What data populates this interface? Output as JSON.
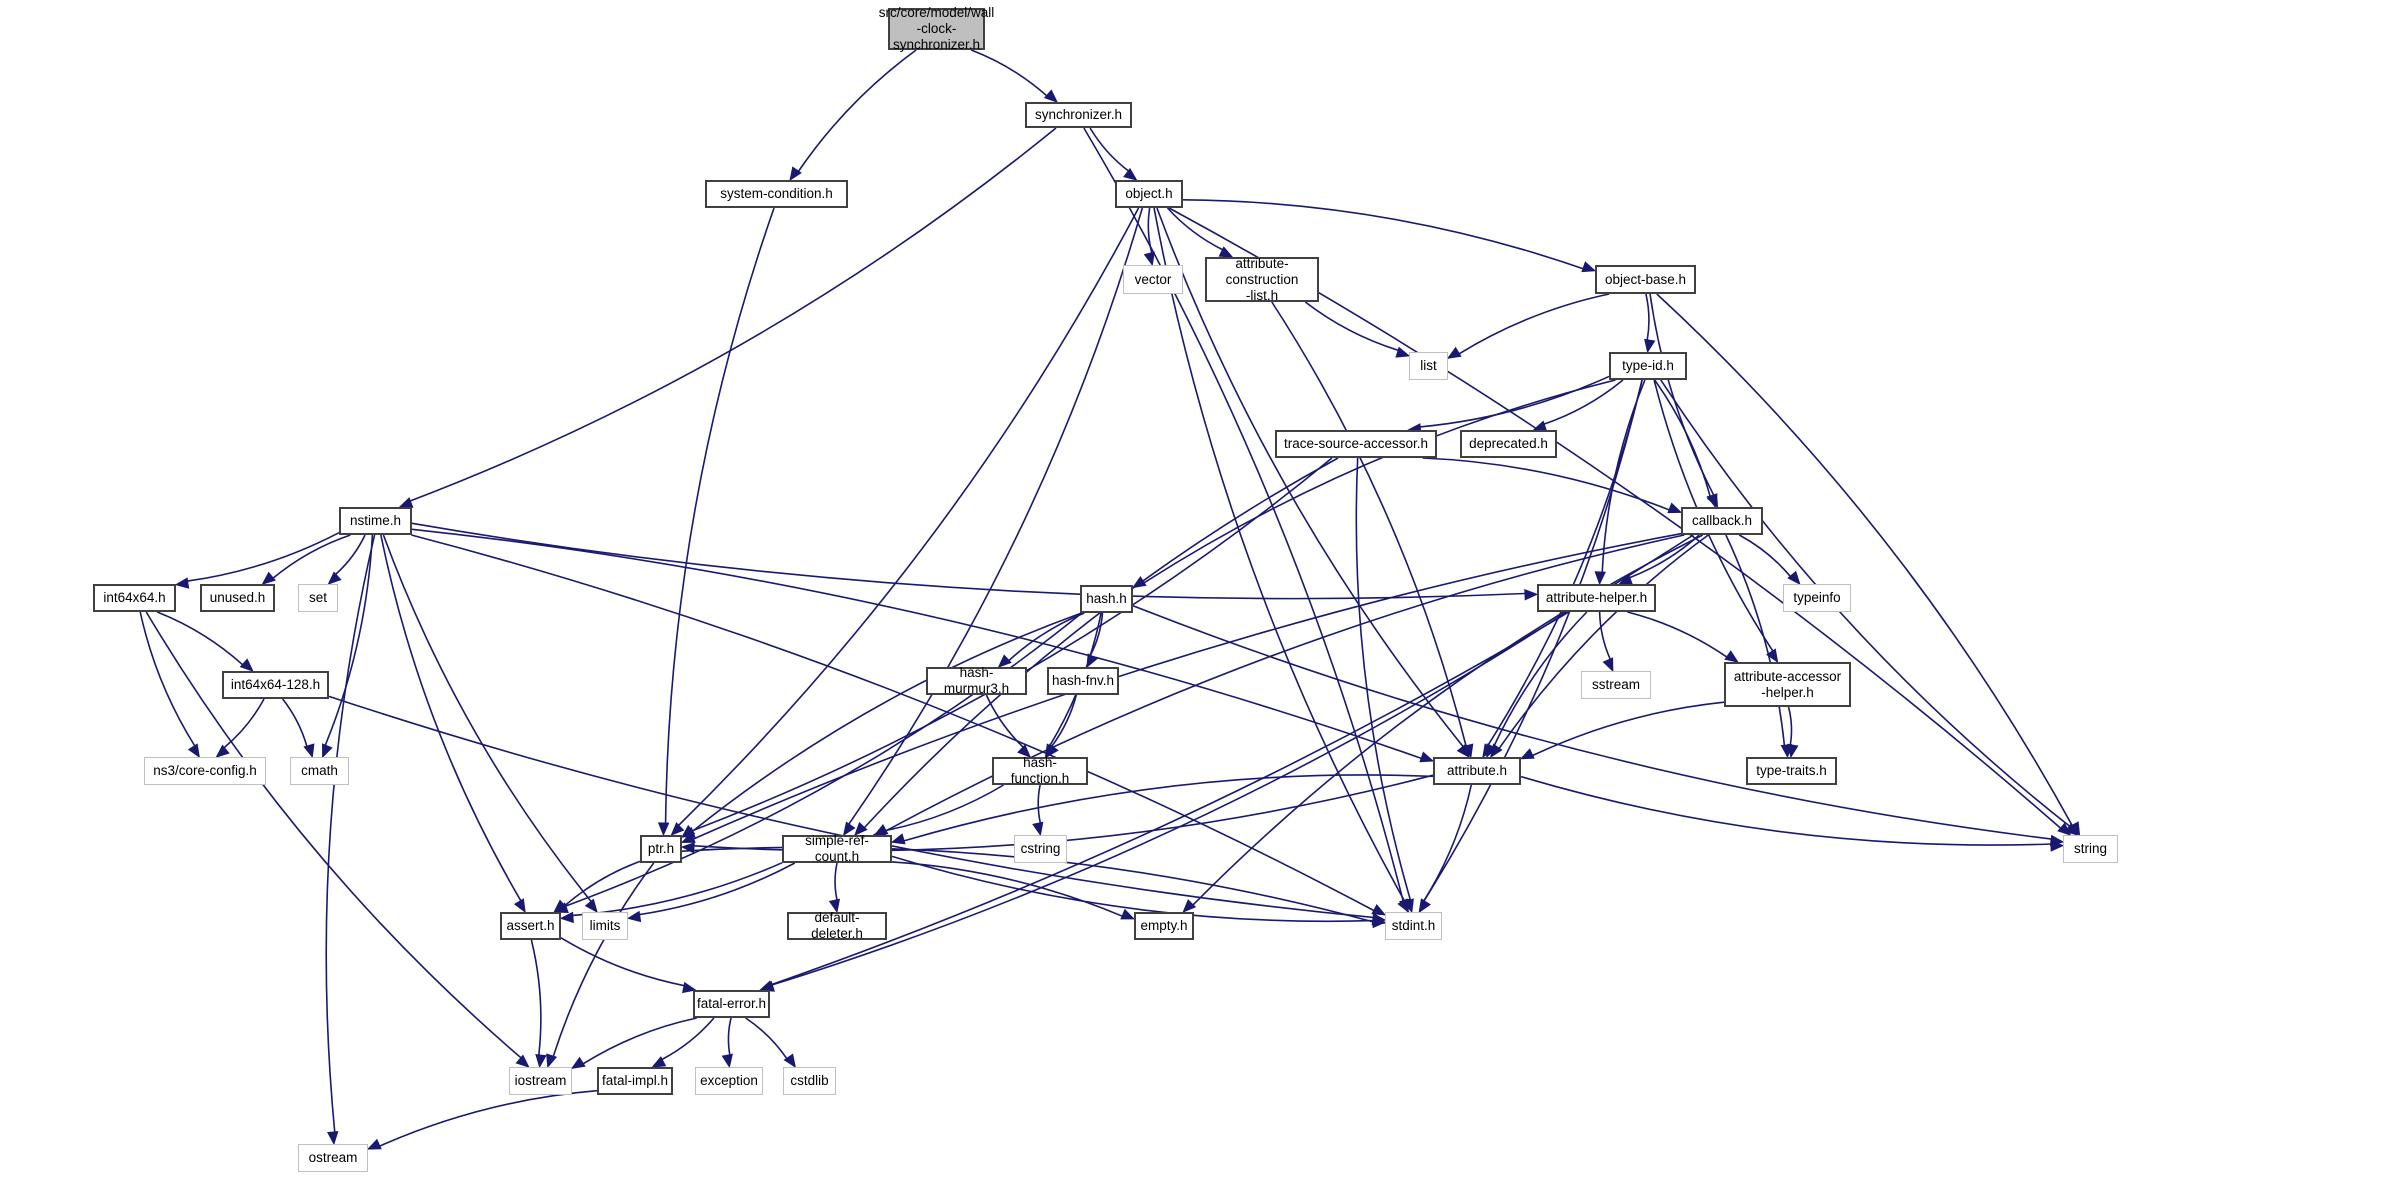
{
  "title": "src/core/model/wall-clock-synchronizer.h include dependency graph",
  "colors": {
    "edge": "#191970",
    "root_fill": "#bfbfbf",
    "local_border": "#404040",
    "system_border": "#bfbfbf"
  },
  "nodes": [
    {
      "id": "root",
      "label": "src/core/model/wall\n-clock-synchronizer.h",
      "kind": "root"
    },
    {
      "id": "synchronizer",
      "label": "synchronizer.h",
      "kind": "local"
    },
    {
      "id": "system_condition",
      "label": "system-condition.h",
      "kind": "local"
    },
    {
      "id": "object",
      "label": "object.h",
      "kind": "local"
    },
    {
      "id": "vector",
      "label": "vector",
      "kind": "system"
    },
    {
      "id": "attr_construction_list",
      "label": "attribute-construction\n-list.h",
      "kind": "local"
    },
    {
      "id": "object_base",
      "label": "object-base.h",
      "kind": "local"
    },
    {
      "id": "list",
      "label": "list",
      "kind": "system"
    },
    {
      "id": "type_id",
      "label": "type-id.h",
      "kind": "local"
    },
    {
      "id": "trace_source_accessor",
      "label": "trace-source-accessor.h",
      "kind": "local"
    },
    {
      "id": "deprecated",
      "label": "deprecated.h",
      "kind": "local"
    },
    {
      "id": "callback",
      "label": "callback.h",
      "kind": "local"
    },
    {
      "id": "nstime",
      "label": "nstime.h",
      "kind": "local"
    },
    {
      "id": "int64x64",
      "label": "int64x64.h",
      "kind": "local"
    },
    {
      "id": "unused",
      "label": "unused.h",
      "kind": "local"
    },
    {
      "id": "set",
      "label": "set",
      "kind": "system"
    },
    {
      "id": "typeinfo",
      "label": "typeinfo",
      "kind": "system"
    },
    {
      "id": "attribute_helper",
      "label": "attribute-helper.h",
      "kind": "local"
    },
    {
      "id": "hash",
      "label": "hash.h",
      "kind": "local"
    },
    {
      "id": "hash_murmur3",
      "label": "hash-murmur3.h",
      "kind": "local"
    },
    {
      "id": "hash_fnv",
      "label": "hash-fnv.h",
      "kind": "local"
    },
    {
      "id": "int64x64_128",
      "label": "int64x64-128.h",
      "kind": "local"
    },
    {
      "id": "sstream",
      "label": "sstream",
      "kind": "system"
    },
    {
      "id": "attr_accessor_helper",
      "label": "attribute-accessor\n-helper.h",
      "kind": "local"
    },
    {
      "id": "core_config",
      "label": "ns3/core-config.h",
      "kind": "system"
    },
    {
      "id": "cmath",
      "label": "cmath",
      "kind": "system"
    },
    {
      "id": "hash_function",
      "label": "hash-function.h",
      "kind": "local"
    },
    {
      "id": "attribute",
      "label": "attribute.h",
      "kind": "local"
    },
    {
      "id": "type_traits",
      "label": "type-traits.h",
      "kind": "local"
    },
    {
      "id": "cstring",
      "label": "cstring",
      "kind": "system"
    },
    {
      "id": "ptr",
      "label": "ptr.h",
      "kind": "local"
    },
    {
      "id": "simple_ref_count",
      "label": "simple-ref-count.h",
      "kind": "local"
    },
    {
      "id": "string",
      "label": "string",
      "kind": "system"
    },
    {
      "id": "assert",
      "label": "assert.h",
      "kind": "local"
    },
    {
      "id": "limits",
      "label": "limits",
      "kind": "system"
    },
    {
      "id": "default_deleter",
      "label": "default-deleter.h",
      "kind": "local"
    },
    {
      "id": "empty",
      "label": "empty.h",
      "kind": "local"
    },
    {
      "id": "stdint",
      "label": "stdint.h",
      "kind": "system"
    },
    {
      "id": "fatal_error",
      "label": "fatal-error.h",
      "kind": "local"
    },
    {
      "id": "iostream",
      "label": "iostream",
      "kind": "system"
    },
    {
      "id": "fatal_impl",
      "label": "fatal-impl.h",
      "kind": "local"
    },
    {
      "id": "exception",
      "label": "exception",
      "kind": "system"
    },
    {
      "id": "cstdlib",
      "label": "cstdlib",
      "kind": "system"
    },
    {
      "id": "ostream",
      "label": "ostream",
      "kind": "system"
    }
  ],
  "edges": [
    [
      "root",
      "synchronizer"
    ],
    [
      "root",
      "system_condition"
    ],
    [
      "synchronizer",
      "nstime"
    ],
    [
      "synchronizer",
      "object"
    ],
    [
      "synchronizer",
      "stdint"
    ],
    [
      "system_condition",
      "ptr"
    ],
    [
      "object",
      "ptr"
    ],
    [
      "object",
      "attribute"
    ],
    [
      "object",
      "object_base"
    ],
    [
      "object",
      "attr_construction_list"
    ],
    [
      "object",
      "simple_ref_count"
    ],
    [
      "object",
      "vector"
    ],
    [
      "object",
      "string"
    ],
    [
      "object",
      "stdint"
    ],
    [
      "attr_construction_list",
      "attribute"
    ],
    [
      "attr_construction_list",
      "list"
    ],
    [
      "object_base",
      "type_id"
    ],
    [
      "object_base",
      "callback"
    ],
    [
      "object_base",
      "string"
    ],
    [
      "object_base",
      "list"
    ],
    [
      "type_id",
      "attribute"
    ],
    [
      "type_id",
      "attribute_accessor_helper"
    ],
    [
      "type_id",
      "trace_source_accessor"
    ],
    [
      "type_id",
      "attribute_helper"
    ],
    [
      "type_id",
      "callback"
    ],
    [
      "type_id",
      "hash"
    ],
    [
      "type_id",
      "deprecated"
    ],
    [
      "type_id",
      "string"
    ],
    [
      "type_id",
      "stdint"
    ],
    [
      "trace_source_accessor",
      "stdint"
    ],
    [
      "trace_source_accessor",
      "ptr"
    ],
    [
      "trace_source_accessor",
      "simple_ref_count"
    ],
    [
      "trace_source_accessor",
      "callback"
    ],
    [
      "callback",
      "ptr"
    ],
    [
      "callback",
      "fatal_error"
    ],
    [
      "callback",
      "empty"
    ],
    [
      "callback",
      "type_traits"
    ],
    [
      "callback",
      "attribute"
    ],
    [
      "callback",
      "attribute_helper"
    ],
    [
      "callback",
      "simple_ref_count"
    ],
    [
      "callback",
      "typeinfo"
    ],
    [
      "nstime",
      "assert"
    ],
    [
      "nstime",
      "attribute"
    ],
    [
      "nstime",
      "attribute_helper"
    ],
    [
      "nstime",
      "int64x64"
    ],
    [
      "nstime",
      "unused"
    ],
    [
      "nstime",
      "stdint"
    ],
    [
      "nstime",
      "limits"
    ],
    [
      "nstime",
      "cmath"
    ],
    [
      "nstime",
      "ostream"
    ],
    [
      "nstime",
      "set"
    ],
    [
      "int64x64",
      "core_config"
    ],
    [
      "int64x64",
      "int64x64_128"
    ],
    [
      "int64x64",
      "iostream"
    ],
    [
      "int64x64_128",
      "core_config"
    ],
    [
      "int64x64_128",
      "stdint"
    ],
    [
      "int64x64_128",
      "cmath"
    ],
    [
      "attribute_helper",
      "attribute"
    ],
    [
      "attribute_helper",
      "attribute_accessor_helper"
    ],
    [
      "attribute_helper",
      "sstream"
    ],
    [
      "attribute_helper",
      "fatal_error"
    ],
    [
      "attribute_accessor_helper",
      "attribute"
    ],
    [
      "attribute_accessor_helper",
      "type_traits"
    ],
    [
      "hash",
      "string"
    ],
    [
      "hash",
      "assert"
    ],
    [
      "hash",
      "ptr"
    ],
    [
      "hash",
      "hash_function"
    ],
    [
      "hash",
      "hash_murmur3"
    ],
    [
      "hash",
      "hash_fnv"
    ],
    [
      "hash_murmur3",
      "hash_function"
    ],
    [
      "hash_fnv",
      "hash_function"
    ],
    [
      "hash_function",
      "cstring"
    ],
    [
      "hash_function",
      "simple_ref_count"
    ],
    [
      "attribute",
      "string"
    ],
    [
      "attribute",
      "ptr"
    ],
    [
      "attribute",
      "simple_ref_count"
    ],
    [
      "attribute",
      "stdint"
    ],
    [
      "ptr",
      "iostream"
    ],
    [
      "ptr",
      "stdint"
    ],
    [
      "ptr",
      "assert"
    ],
    [
      "simple_ref_count",
      "empty"
    ],
    [
      "simple_ref_count",
      "default_deleter"
    ],
    [
      "simple_ref_count",
      "assert"
    ],
    [
      "simple_ref_count",
      "stdint"
    ],
    [
      "simple_ref_count",
      "limits"
    ],
    [
      "assert",
      "fatal_error"
    ],
    [
      "assert",
      "iostream"
    ],
    [
      "fatal_error",
      "iostream"
    ],
    [
      "fatal_error",
      "fatal_impl"
    ],
    [
      "fatal_error",
      "exception"
    ],
    [
      "fatal_error",
      "cstdlib"
    ],
    [
      "fatal_impl",
      "ostream"
    ]
  ]
}
